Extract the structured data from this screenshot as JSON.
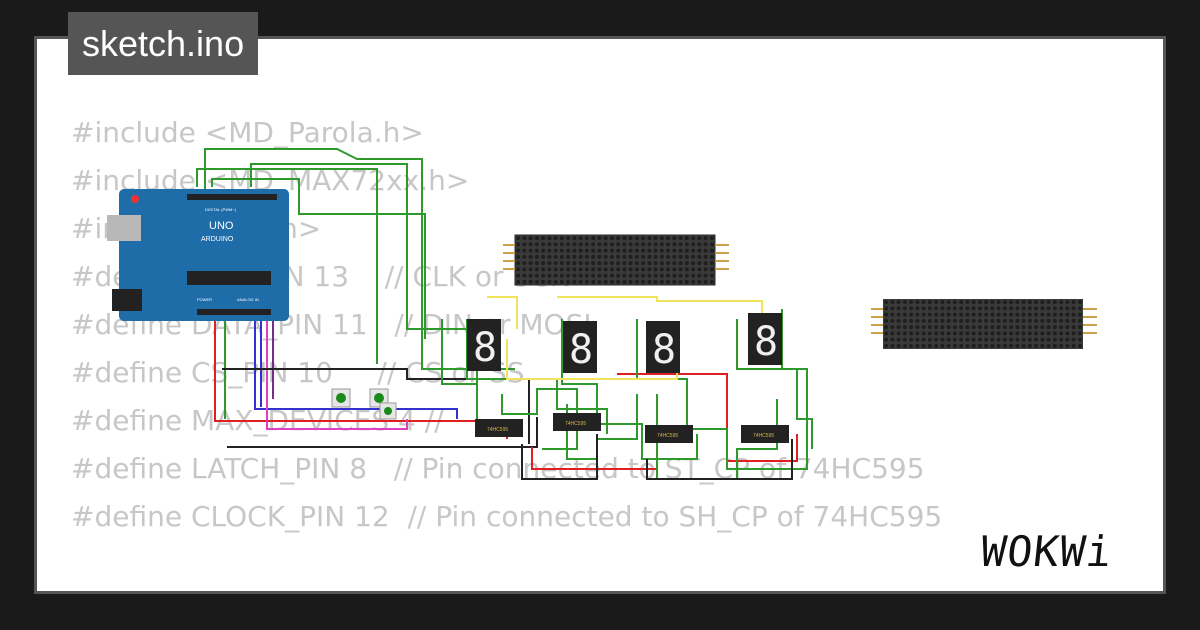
{
  "tab": {
    "title": "sketch.ino"
  },
  "code_lines": [
    "#include <MD_Parola.h>",
    "#include <MD_MAX72xx.h>",
    "#include <SPI.h>",
    "",
    "#define CLK_PIN 13    // CLK or SCK",
    "#define DATA_PIN 11   // DIN or MOSI",
    "#define CS_PIN 10     // CS or SS",
    "#define MAX_DEVICES 4 //",
    "",
    "#define LATCH_PIN 8   // Pin connected to ST_CP of 74HC595",
    "#define CLOCK_PIN 12  // Pin connected to SH_CP of 74HC595"
  ],
  "board": {
    "brand": "ARDUINO",
    "model": "UNO",
    "header": "DIGITAL (PWM~)",
    "power": "POWER",
    "analog": "ANALOG IN"
  },
  "segment_digits": [
    "8",
    "8",
    "8",
    "8"
  ],
  "chip_label": "74HC595",
  "logo": "WOKWi",
  "colors": {
    "background": "#1a1a1a",
    "panel": "#ffffff",
    "tab": "#555555",
    "code": "#c7c7c7",
    "wire_green": "#2e9a2e",
    "wire_red": "#e02020",
    "wire_yellow": "#f2e45a",
    "matrix": "#3a3a3a",
    "board": "#1e6ca8"
  }
}
